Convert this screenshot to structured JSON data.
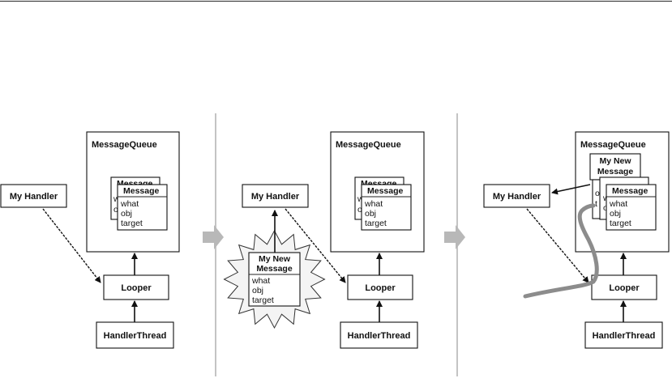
{
  "colors": {
    "background": "#ffffff",
    "line": "#111111",
    "divider": "#c4c4c4",
    "step_arrow": "#b8b8b8",
    "path_stroke": "#8c8c8c",
    "burst_fill": "#f4f4f4"
  },
  "labels": {
    "my_handler": "My Handler",
    "message_queue": "MessageQueue",
    "looper": "Looper",
    "handler_thread": "HandlerThread",
    "message": "Message",
    "my_new_message": [
      "My New",
      "Message"
    ],
    "fields": [
      "what",
      "obj",
      "target"
    ]
  },
  "panels": [
    {
      "name": "panel-1",
      "queue_has_new_message": false,
      "new_message_burst": false,
      "delivery_path": false
    },
    {
      "name": "panel-2",
      "queue_has_new_message": false,
      "new_message_burst": true,
      "delivery_path": false
    },
    {
      "name": "panel-3",
      "queue_has_new_message": true,
      "new_message_burst": false,
      "delivery_path": true
    }
  ],
  "step_arrows": 2
}
